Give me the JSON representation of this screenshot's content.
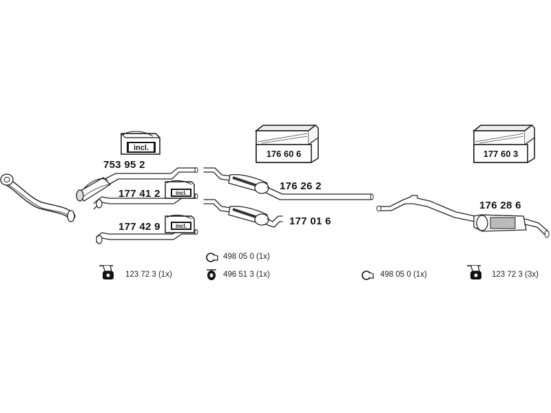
{
  "parts": {
    "cat_box": "753 95 2",
    "pipe_a": "177 41 2",
    "pipe_b": "177 42 9",
    "box_center": "176 60 6",
    "mid_muffler_a": "176 26 2",
    "mid_muffler_b": "177 01 6",
    "box_rear": "177 60 3",
    "rear_muffler": "176 28 6"
  },
  "incl_label": "incl.",
  "hardware": {
    "clamp_center": "498 05 0",
    "clamp_center_qty": "(1x)",
    "seal_center": "496 51 3",
    "seal_center_qty": "(1x)",
    "hanger_left": "123 72 3",
    "hanger_left_qty": "(1x)",
    "clamp_right": "498 05 0",
    "clamp_right_qty": "(1x)",
    "hanger_right": "123 72 3",
    "hanger_right_qty": "(3x)"
  }
}
